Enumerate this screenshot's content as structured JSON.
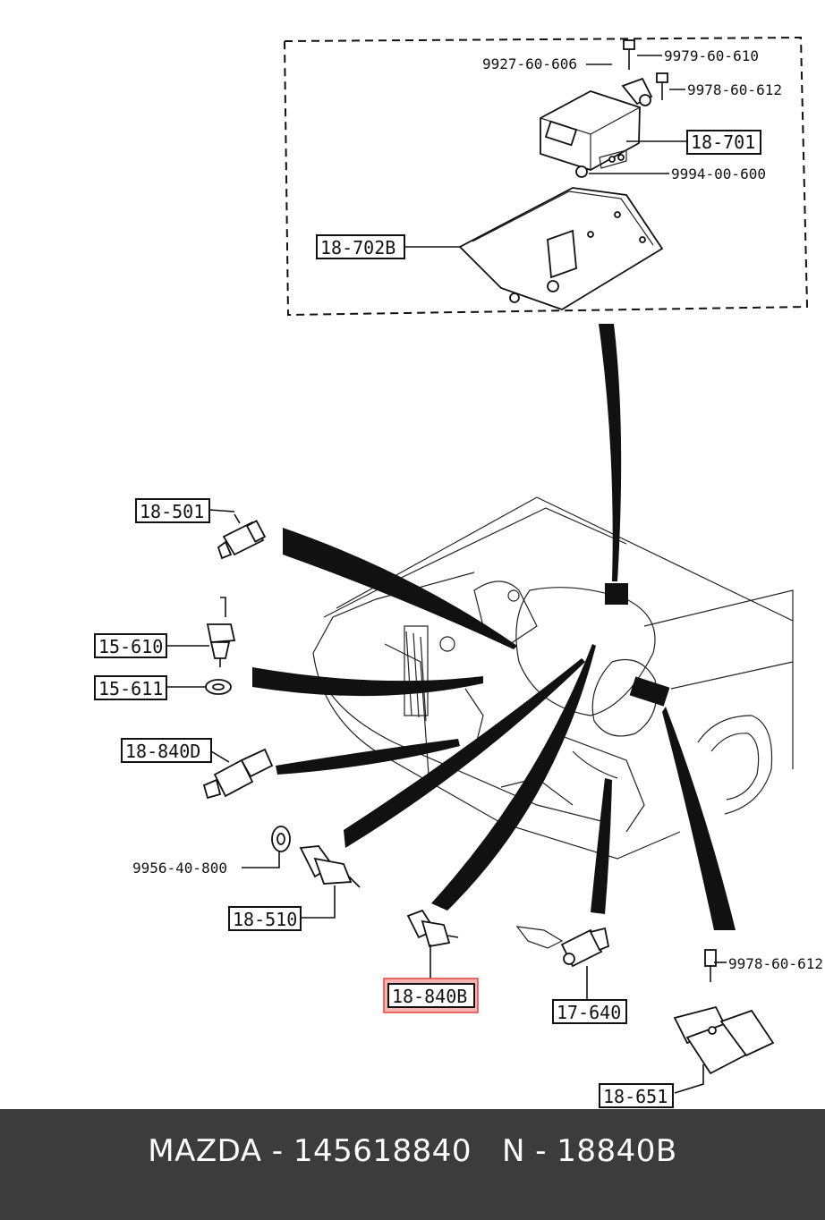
{
  "diagram": {
    "callouts": {
      "c9927": "9927-60-606",
      "c9979": "9979-60-610",
      "c9978a": "9978-60-612",
      "c18701": "18-701",
      "c9994": "9994-00-600",
      "c18702b": "18-702B",
      "c18501": "18-501",
      "c15610": "15-610",
      "c15611": "15-611",
      "c18840d": "18-840D",
      "c9956": "9956-40-800",
      "c18510": "18-510",
      "c18840b": "18-840B",
      "c17640": "17-640",
      "c9978b": "9978-60-612",
      "c18651": "18-651"
    },
    "highlight_color": "#e8413c"
  },
  "footer": {
    "text": "MAZDA - 145618840   N - 18840B"
  }
}
